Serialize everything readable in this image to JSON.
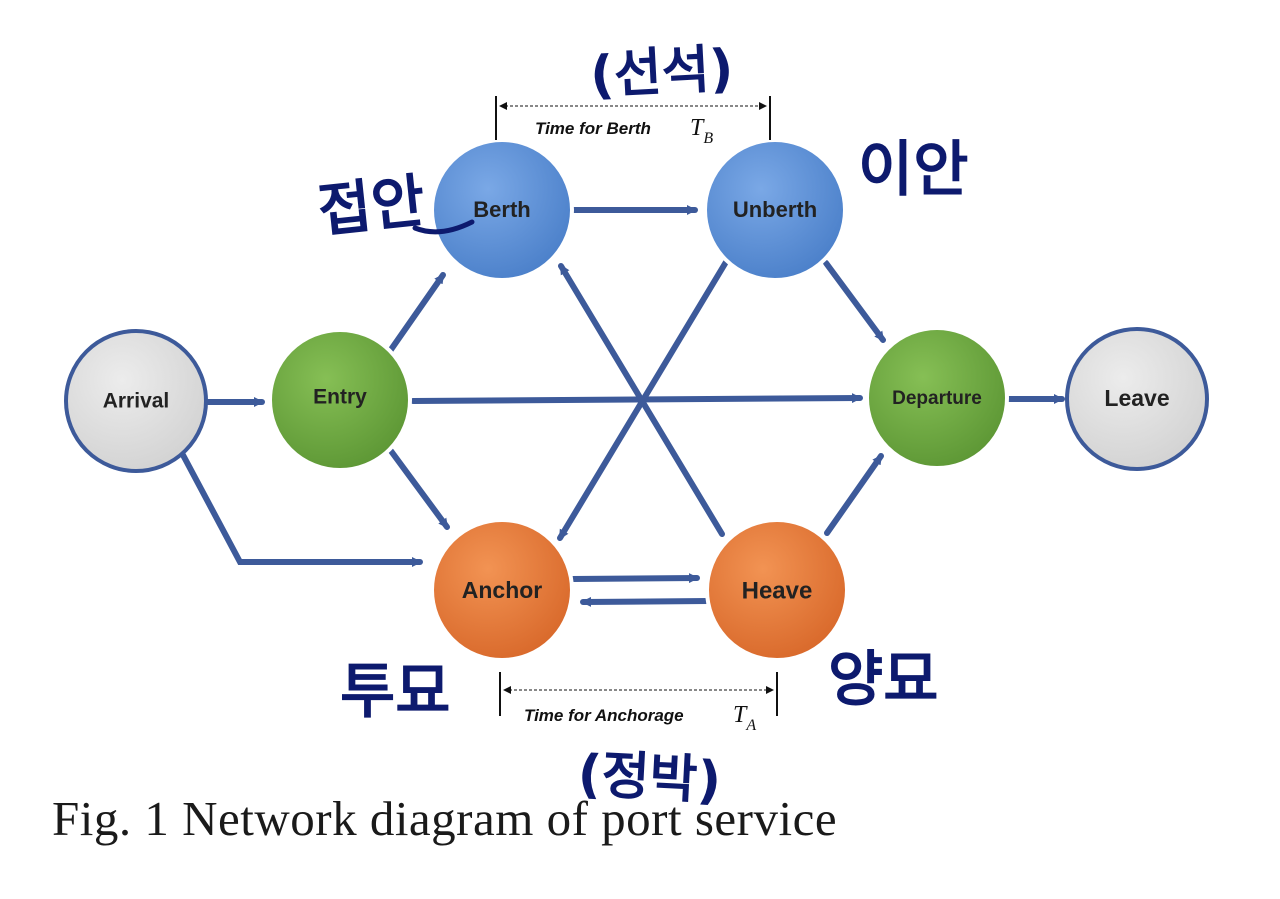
{
  "caption": "Fig. 1 Network diagram of port service",
  "nodes": {
    "arrival": "Arrival",
    "entry": "Entry",
    "berth": "Berth",
    "unberth": "Unberth",
    "departure": "Departure",
    "leave": "Leave",
    "anchor": "Anchor",
    "heave": "Heave"
  },
  "intervals": {
    "berth": {
      "label": "Time for Berth",
      "symbol": "T",
      "subscript": "B"
    },
    "anchorage": {
      "label": "Time for Anchorage",
      "symbol": "T",
      "subscript": "A"
    }
  },
  "annotations": {
    "berth_time": "(선석)",
    "berth_node": "접안",
    "unberth_node": "이안",
    "anchor_node": "투묘",
    "heave_node": "양묘",
    "anchorage_time": "(정박)"
  },
  "colors": {
    "gray_fill": "#dcdcdc",
    "green_fill": "#6fa843",
    "blue_fill": "#5b8fd6",
    "orange_fill": "#e57a35",
    "edge": "#3d5a9a",
    "ring": "#3d5a9a",
    "handwriting": "#0d1a6e"
  }
}
